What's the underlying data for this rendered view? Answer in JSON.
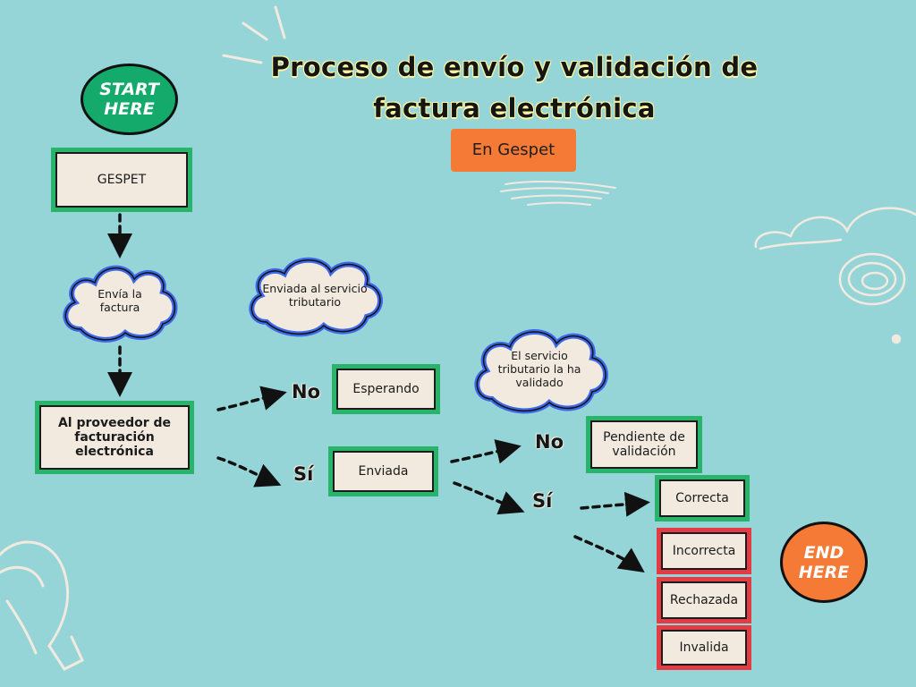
{
  "title": "Proceso de envío y validación de factura electrónica",
  "subtitle": "En Gespet",
  "start_badge": "START HERE",
  "end_badge": "END HERE",
  "nodes": {
    "gespet": "GESPET",
    "proveedor": "Al proveedor de facturación electrónica",
    "esperando": "Esperando",
    "enviada": "Enviada",
    "pendiente": "Pendiente de validación",
    "correcta": "Correcta",
    "incorrecta": "Incorrecta",
    "rechazada": "Rechazada",
    "invalida": "Invalida"
  },
  "clouds": {
    "envia": "Envía la factura",
    "enviada_servicio": "Enviada al servicio tributario",
    "validado": "El servicio tributario la ha validado"
  },
  "branch_labels": {
    "no_1": "No",
    "si_1": "Sí",
    "no_2": "No",
    "si_2": "Sí"
  },
  "colors": {
    "background": "#95d5d8",
    "box_fill": "#f2eadf",
    "green_border": "#28b46a",
    "red_border": "#e43c44",
    "cloud_border": "#3d68e6",
    "start_badge": "#14aa6b",
    "end_badge": "#f47a35",
    "subtitle_bg": "#f47a35"
  }
}
